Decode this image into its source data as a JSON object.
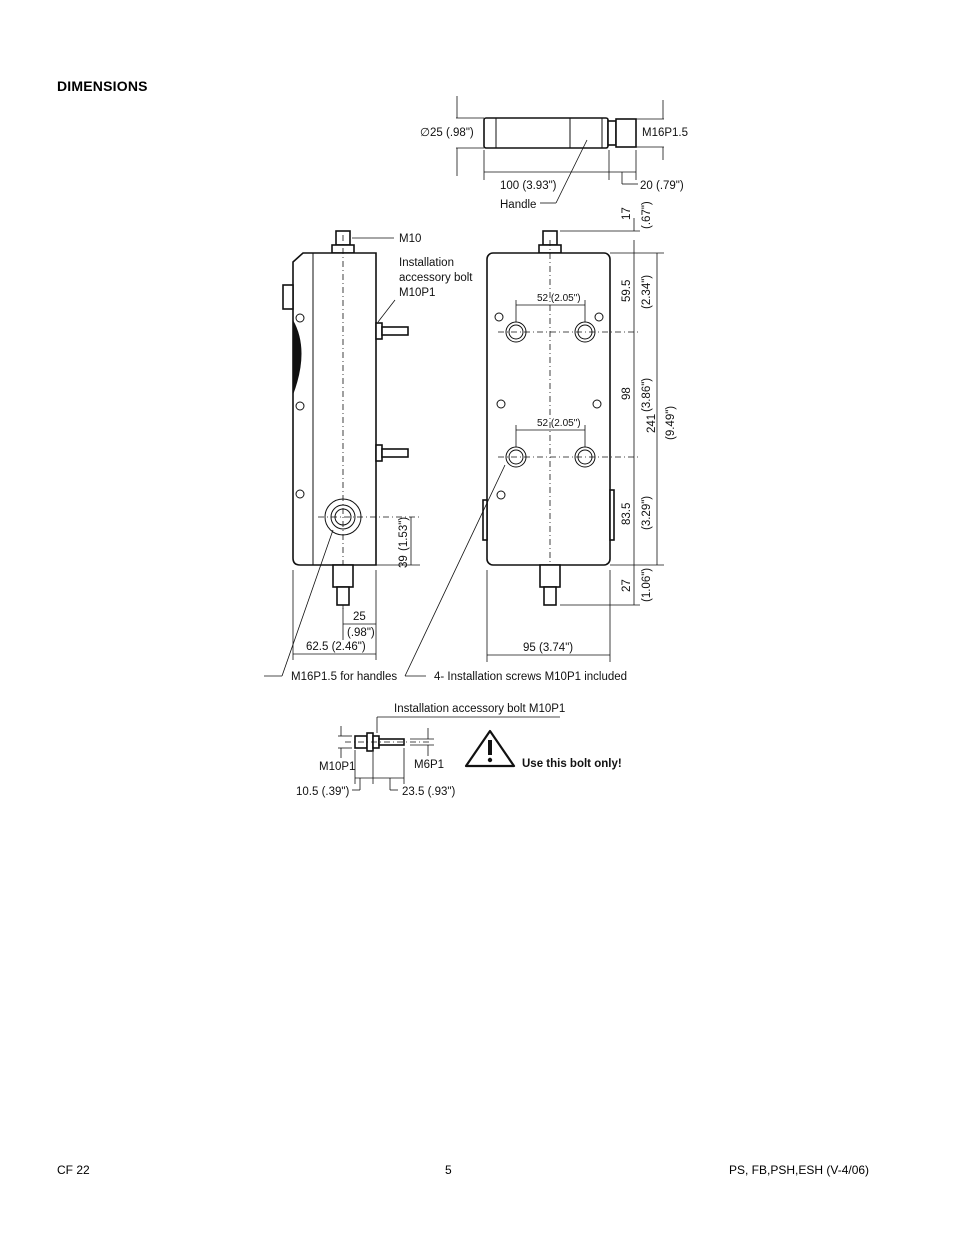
{
  "page": {
    "heading": "DIMENSIONS"
  },
  "footer": {
    "left": "CF 22",
    "center": "5",
    "right": "PS, FB,PSH,ESH (V-4/06)"
  },
  "drawing": {
    "handle": {
      "diameter": "∅25 (.98\")",
      "thread": "M16P1.5",
      "length": "100 (3.93\")",
      "stub_length": "20 (.79\")",
      "label": "Handle"
    },
    "side_view": {
      "top_thread": "M10",
      "bolt_note_line1": "Installation",
      "bolt_note_line2": "accessory bolt",
      "bolt_note_line3": "M10P1",
      "hole_height_value": "39",
      "hole_height_inch": "(1.53\")",
      "hole_offset_value": "25",
      "hole_offset_inch": "(.98\")",
      "depth": "62.5 (2.46\")",
      "handle_thread_note": "M16P1.5 for handles"
    },
    "front_view": {
      "top_spacing_value": "17",
      "top_spacing_inch": "(.67\")",
      "upper_offset_value": "59.5",
      "upper_offset_inch": "(2.34\")",
      "hole_pitch_upper": "52 (2.05\")",
      "hole_vertical_value": "98",
      "hole_vertical_inch": "(3.86\")",
      "total_height_value": "241",
      "total_height_inch": "(9.49\")",
      "hole_pitch_lower": "52 (2.05\")",
      "lower_offset_value": "83.5",
      "lower_offset_inch": "(3.29\")",
      "bottom_spacing_value": "27",
      "bottom_spacing_inch": "(1.06\")",
      "width": "95 (3.74\")",
      "screws_note": "4- Installation screws M10P1 included"
    },
    "bolt_detail": {
      "title": "Installation accessory bolt M10P1",
      "left_thread": "M10P1",
      "right_thread": "M6P1",
      "len_a": "10.5 (.39\")",
      "len_b": "23.5 (.93\")",
      "warning": "Use this bolt only!"
    }
  }
}
